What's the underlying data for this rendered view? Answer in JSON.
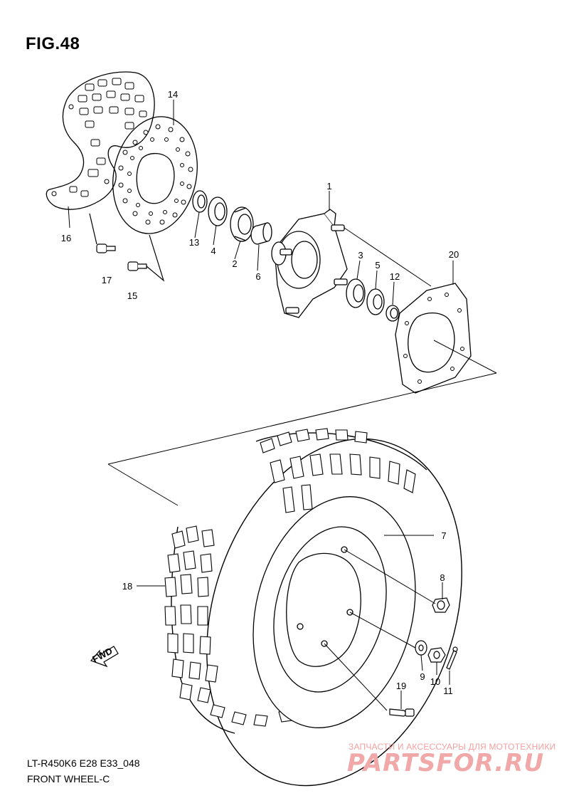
{
  "figure": {
    "title": "FIG.48"
  },
  "callouts": {
    "c1": "1",
    "c2": "2",
    "c3": "3",
    "c4": "4",
    "c5": "5",
    "c6": "6",
    "c7": "7",
    "c8": "8",
    "c9": "9",
    "c10": "10",
    "c11": "11",
    "c12": "12",
    "c13": "13",
    "c14": "14",
    "c15": "15",
    "c16": "16",
    "c17": "17",
    "c18": "18",
    "c19": "19",
    "c20": "20"
  },
  "direction_arrow": {
    "label": "FWD"
  },
  "footer": {
    "model_code": "LT-R450K6 E28 E33_048",
    "section_name": "FRONT WHEEL-C"
  },
  "watermark": {
    "tagline": "ЗАПЧАСТИ И АКСЕССУАРЫ ДЛЯ МОТОТЕХНИКИ",
    "logo": "PARTSFOR.RU"
  }
}
